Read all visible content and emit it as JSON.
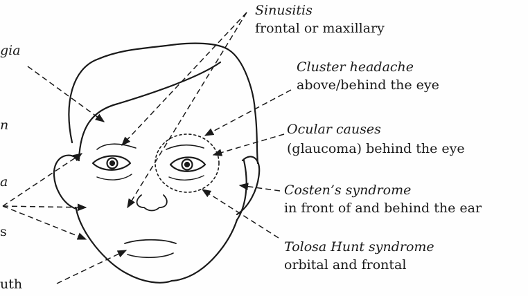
{
  "labels": {
    "sinusitis": {
      "title": "Sinusitis",
      "desc": "frontal or maxillary"
    },
    "cluster": {
      "title": "Cluster headache",
      "desc": "above/behind the eye"
    },
    "ocular": {
      "title": "Ocular causes",
      "desc": "(glaucoma) behind the eye"
    },
    "costen": {
      "title": "Costen’s syndrome",
      "desc": "in front of and behind the ear"
    },
    "tolosa": {
      "title": "Tolosa Hunt syndrome",
      "desc": "orbital and frontal"
    },
    "partial": {
      "gia": "gia",
      "n": "n",
      "a": "a",
      "s": "s",
      "uth": "uth"
    }
  },
  "colors": {
    "ink": "#1a1a1a",
    "paper": "#fefefe"
  }
}
